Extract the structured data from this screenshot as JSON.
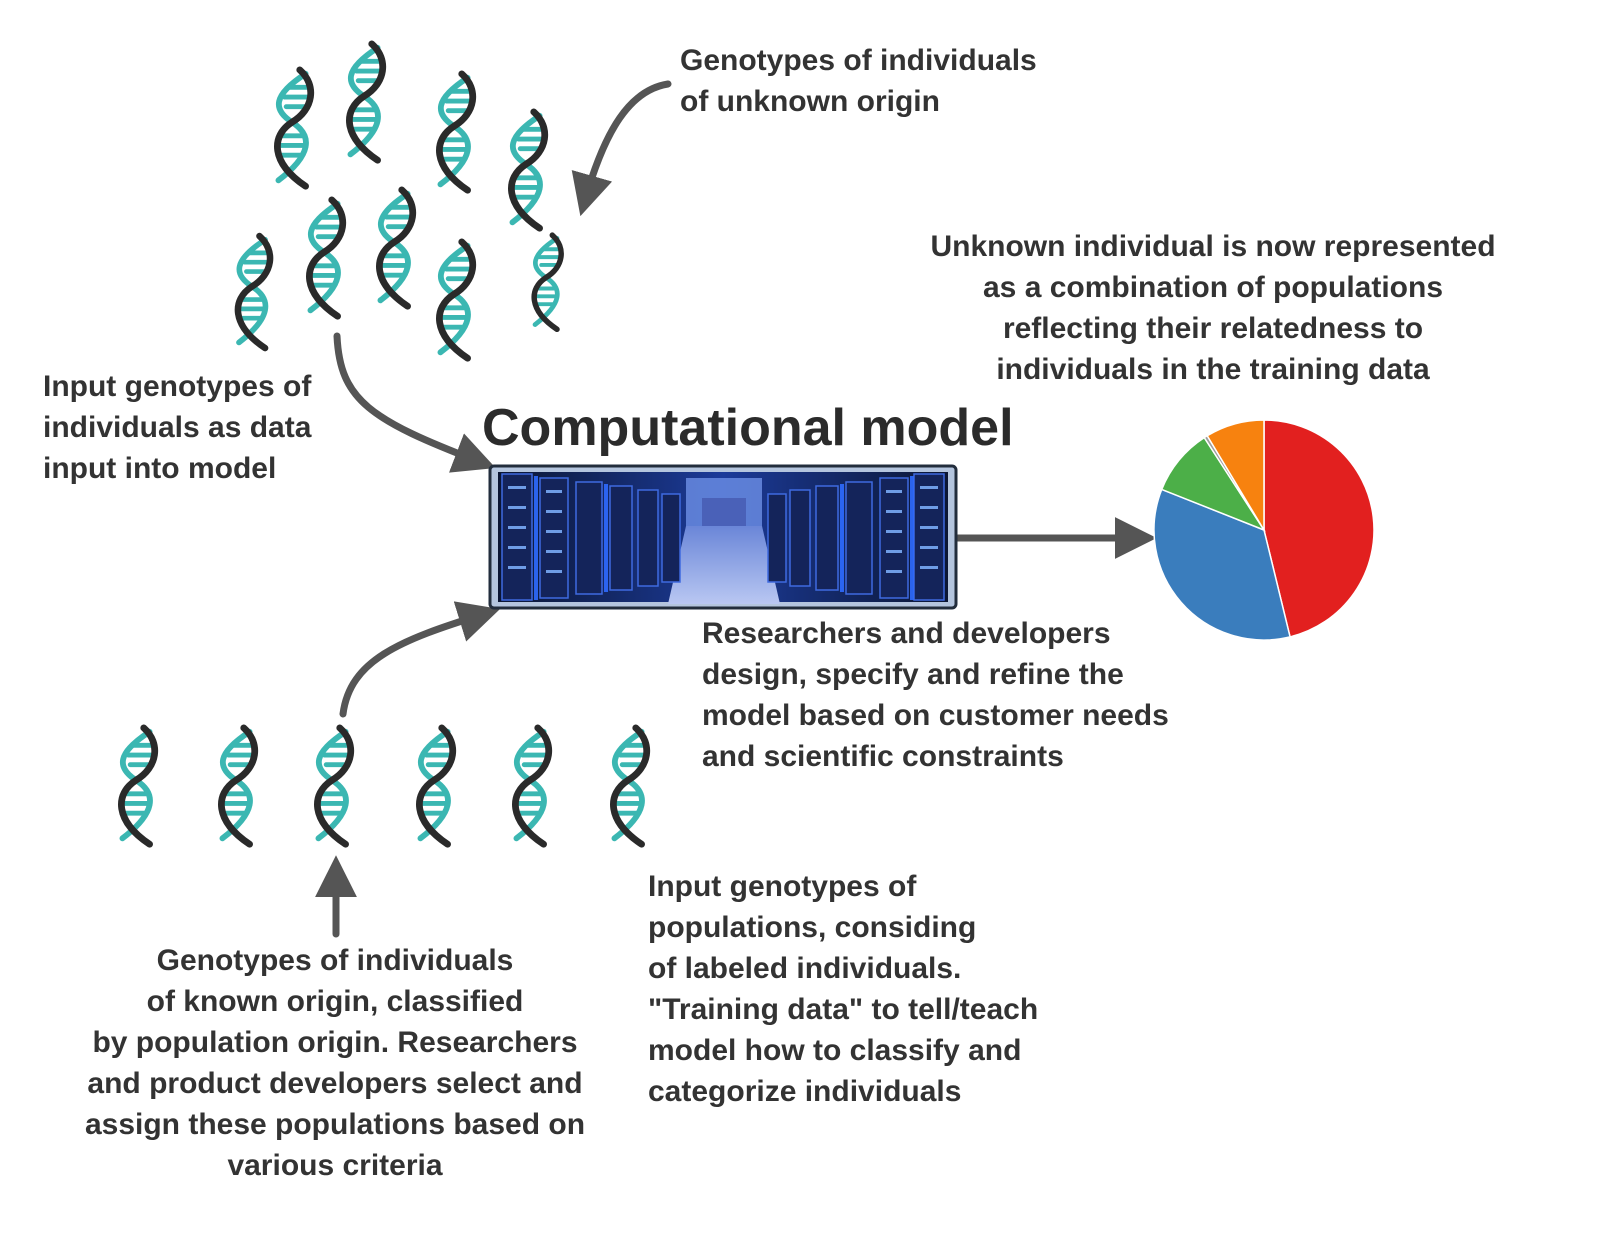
{
  "title": "Computational model",
  "labels": {
    "unknown_origin": [
      "Genotypes of individuals",
      "of unknown origin"
    ],
    "input_individuals": [
      "Input genotypes of",
      "individuals as data",
      "input into model"
    ],
    "unknown_represented": [
      "Unknown individual is now represented",
      "as a combination of populations",
      "reflecting their relatedness to",
      "individuals in the training data"
    ],
    "researchers": [
      "Researchers and developers",
      "design, specify and refine the",
      "model based on customer needs",
      "and scientific constraints"
    ],
    "training_data": [
      "Input genotypes of",
      "populations, considing",
      "of labeled individuals.",
      "\"Training data\" to tell/teach",
      "model how to classify and",
      "categorize individuals"
    ],
    "known_origin": [
      "Genotypes of individuals",
      "of known origin, classified",
      "by population origin. Researchers",
      "and product developers select and",
      "assign these populations based on",
      "various criteria"
    ]
  },
  "icons": {
    "dna": "dna-helix-icon",
    "server": "server-room-image",
    "arrow": "arrow-icon"
  },
  "colors": {
    "text": "#333333",
    "dna_strand": "#2a2a2a",
    "dna_rungs": "#3bb7b2",
    "arrow": "#555555",
    "pie_red": "#e2201f",
    "pie_blue": "#3a7dbd",
    "pie_green": "#4caf48",
    "pie_grey": "#9e9e9e",
    "pie_orange": "#f7820f"
  },
  "chart_data": {
    "type": "pie",
    "values": [
      45.5,
      34.3,
      9.7,
      0.5,
      8.5
    ],
    "colors": [
      "#e2201f",
      "#3a7dbd",
      "#4caf48",
      "#9e9e9e",
      "#f7820f"
    ]
  }
}
